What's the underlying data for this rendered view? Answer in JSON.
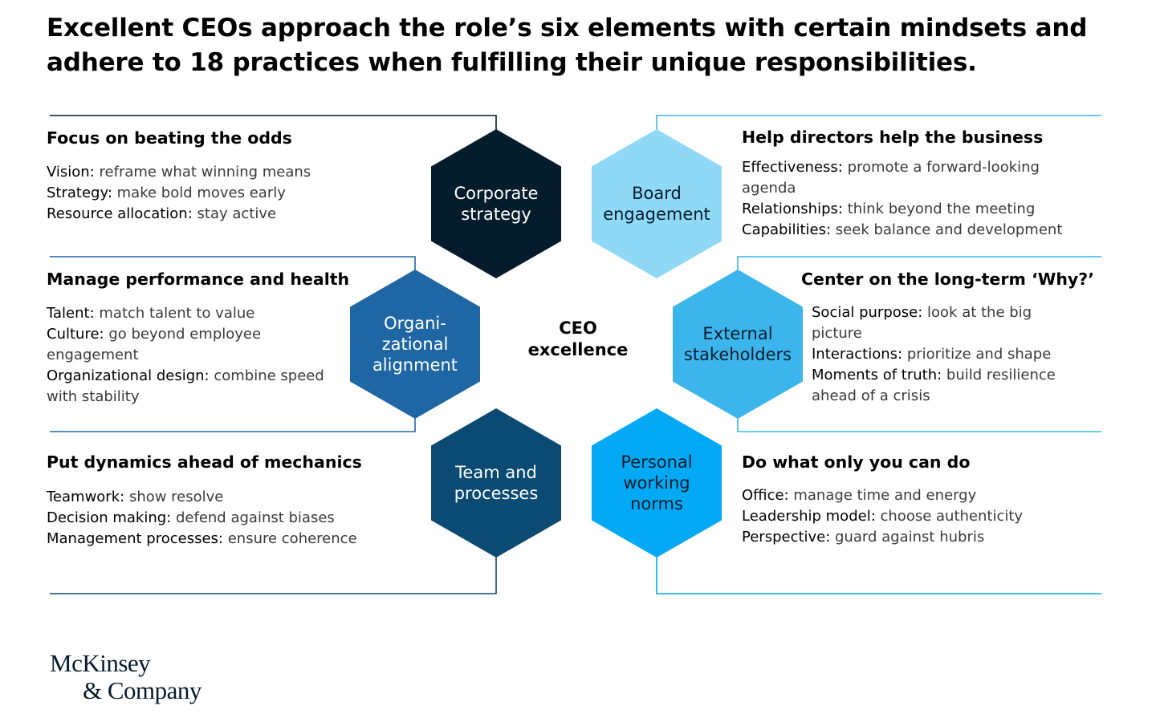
{
  "title": "Excellent CEOs approach the role’s six elements with certain mindsets and adhere to 18 practices when fulfilling their unique responsibilities.",
  "center": {
    "label": "CEO\nexcellence"
  },
  "colors": {
    "navy": "#051c2c",
    "dark_blue": "#0b4a73",
    "mid_blue": "#1f67a4",
    "bright_blue": "#03a9f4",
    "sky_blue": "#3bb5ec",
    "pale_blue": "#8fd9f6",
    "line_dark": "#051c2c",
    "line_light": "#3bb5ec"
  },
  "elements": [
    {
      "id": "corporate",
      "name": "Corporate\nstrategy",
      "heading": "Focus on beating the odds",
      "practices": [
        {
          "label": "Vision:",
          "text": "reframe what winning means"
        },
        {
          "label": "Strategy:",
          "text": "make bold moves early"
        },
        {
          "label": "Resource allocation:",
          "text": "stay active"
        }
      ]
    },
    {
      "id": "board",
      "name": "Board\nengagement",
      "heading": "Help directors help the business",
      "practices": [
        {
          "label": "Effectiveness:",
          "text": "promote a forward-looking agenda"
        },
        {
          "label": "Relationships:",
          "text": "think beyond the meeting"
        },
        {
          "label": "Capabilities:",
          "text": "seek balance and development"
        }
      ]
    },
    {
      "id": "org",
      "name": "Organi-\nzational\nalignment",
      "heading": "Manage performance and health",
      "practices": [
        {
          "label": "Talent:",
          "text": "match talent to value"
        },
        {
          "label": "Culture:",
          "text": "go beyond employee engagement"
        },
        {
          "label": "Organizational design:",
          "text": "combine speed with stability"
        }
      ]
    },
    {
      "id": "external",
      "name": "External\nstakeholders",
      "heading": "Center on the long-term ‘Why?’",
      "practices": [
        {
          "label": "Social purpose:",
          "text": "look at the big picture"
        },
        {
          "label": "Interactions:",
          "text": "prioritize and shape"
        },
        {
          "label": "Moments of truth:",
          "text": "build resilience ahead of a crisis"
        }
      ]
    },
    {
      "id": "team",
      "name": "Team and\nprocesses",
      "heading": "Put dynamics ahead of mechanics",
      "practices": [
        {
          "label": "Teamwork:",
          "text": "show resolve"
        },
        {
          "label": "Decision making:",
          "text": "defend against biases"
        },
        {
          "label": "Management processes:",
          "text": "ensure coherence"
        }
      ]
    },
    {
      "id": "personal",
      "name": "Personal\nworking\nnorms",
      "heading": "Do what only you can do",
      "practices": [
        {
          "label": "Office:",
          "text": "manage time and energy"
        },
        {
          "label": "Leadership model:",
          "text": "choose authenticity"
        },
        {
          "label": "Perspective:",
          "text": "guard against hubris"
        }
      ]
    }
  ],
  "logo": {
    "line1": "McKinsey",
    "line2": "& Company"
  }
}
